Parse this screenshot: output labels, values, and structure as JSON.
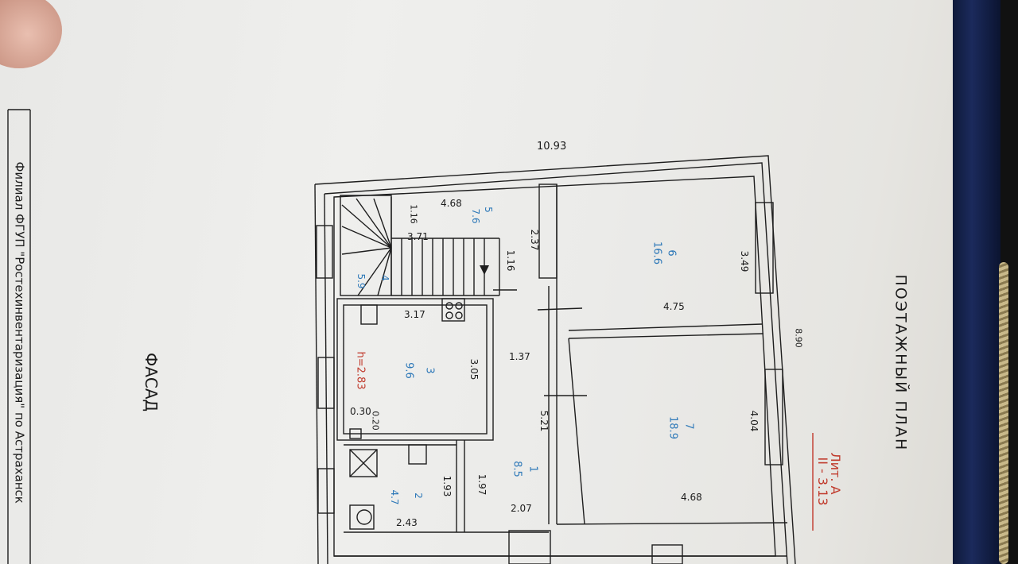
{
  "document": {
    "sidebar_text": "Филиал ФГУП \"Ростехинвентаризация\" по  Астраханск",
    "title": "ПОЭТАЖНЫЙ ПЛАН",
    "sheet_label": "Лит. А",
    "sheet_number": "II - 3.13",
    "facade_label": "ФАСАД",
    "ceiling_height": "h=2.83"
  },
  "dimensions": {
    "overall_width": "10.93",
    "overall_depth": "8.90",
    "d_4_68_top": "4.68",
    "d_1_16_a": "1.16",
    "d_3_71": "3.71",
    "d_2_37": "2.37",
    "d_1_16_b": "1.16",
    "d_3_49": "3.49",
    "d_4_75": "4.75",
    "d_3_17": "3.17",
    "d_3_05": "3.05",
    "d_1_37": "1.37",
    "d_5_21": "5.21",
    "d_4_04": "4.04",
    "d_0_30": "0.30",
    "d_0_20": "0.20",
    "d_1_93": "1.93",
    "d_1_97": "1.97",
    "d_2_43": "2.43",
    "d_2_07": "2.07",
    "d_4_68_bottom": "4.68"
  },
  "rooms": [
    {
      "number": "1",
      "area": "8.5"
    },
    {
      "number": "2",
      "area": "4.7"
    },
    {
      "number": "3",
      "area": "9.6"
    },
    {
      "number": "4",
      "area": "5.9"
    },
    {
      "number": "5",
      "area": "7.6"
    },
    {
      "number": "6",
      "area": "16.6"
    },
    {
      "number": "7",
      "area": "18.9"
    }
  ],
  "colors": {
    "room_label": "#2d78b8",
    "height_label": "#c0392b",
    "stamp": "#c0392b",
    "frame": "#1b2a5c"
  }
}
